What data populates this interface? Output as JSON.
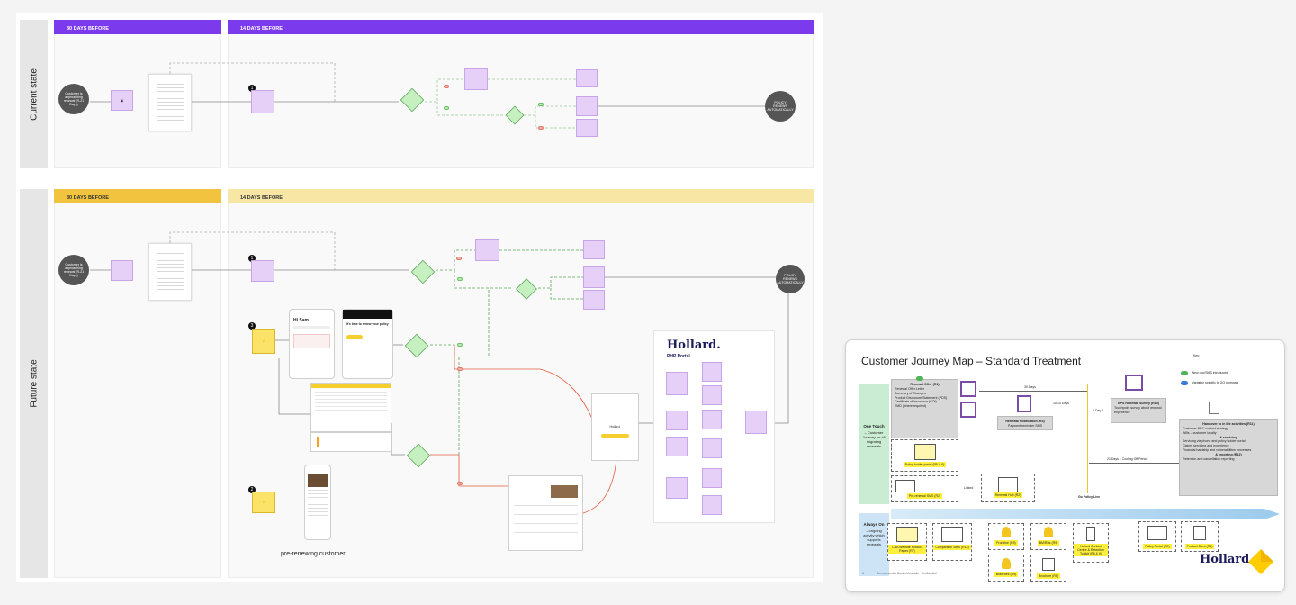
{
  "board": {
    "current_state_label": "Current state",
    "future_state_label": "Future state",
    "current": {
      "col1_bar": "30 DAYS BEFORE",
      "col2_bar": "14 DAYS BEFORE",
      "customer_node": "Customer is approaching renewal (R-21 Days)",
      "policy_node": "POLICY RENEWS AUTOMATICALLY",
      "step_num": "1"
    },
    "future": {
      "col1_bar": "30 DAYS BEFORE",
      "col2_bar": "14 DAYS BEFORE",
      "customer_node": "Customer is approaching renewal (R-21 Days)",
      "policy_node": "POLICY RENEWS AUTOMATICALLY",
      "step_nums": [
        "1",
        "3",
        "2"
      ],
      "portal_brand": "Hollard.",
      "portal_title": "PHP Portal",
      "app_greeting": "Hi Sam",
      "app_headline": "It's time to renew your policy",
      "pre_renewing": "pre-renewing customer"
    }
  },
  "card": {
    "title": "Customer Journey Map – Standard Treatment",
    "key_label": "Key:",
    "key_items": [
      "New doc/SMS introduced",
      "Variation specific to GO renewals"
    ],
    "one_touch": {
      "title": "One Touch",
      "desc": "– Customer Journey for all migrating renewals"
    },
    "always_on": {
      "title": "Always On",
      "desc": "– ongoing activity which supports renewals"
    },
    "renewal_offer": {
      "title": "Renewal Offer (R1)",
      "items": [
        "Renewal Offer Letter",
        "Summary of Changes",
        "Product Disclosure Statement (PDS)",
        "Certificate of Insurance (COI)",
        "TMD (where required)"
      ]
    },
    "days_30": "30 Days",
    "days_10_14": "10-14 Days",
    "renewal_notification": {
      "title": "Renewal Notification (R3)",
      "items": [
        "Payment reminder SMS"
      ]
    },
    "nps": {
      "title": "NPS Renewal Survey (R10)",
      "items": [
        "Touchpoint survey about renewal experience"
      ]
    },
    "policy_holder_portal": "Policy holder portal (R5 & 6)",
    "pre_renewal_sms": "Pre-renewal SMS (R2)",
    "renewal_hub": "Renewal Hub (R2)",
    "linked": "Linked",
    "day1": "> Day 1",
    "go_live": "Go Policy Live",
    "day21": "21 Days – Cooling Off Period",
    "handover": {
      "title": "Handover to in life activities (R11)",
      "items": [
        "Customer NBC contact strategy",
        "Wills – customer loyalty"
      ],
      "servicing_title": "& servicing",
      "servicing_items": [
        "Servicing via phone and policy holder portal",
        "Claims servicing and experience",
        "Financial hardship and vulnerabilities processes"
      ],
      "reporting_title": "& reporting (R12)",
      "reporting_items": [
        "Retention and cancellation reporting"
      ]
    },
    "always_on_items": [
      "CBA Website Product Pages (R7)",
      "Comparison Sites (R13)",
      "Frontline (R9)",
      "BM/RBs (R9)",
      "Hollard Contact Centre & Retention Toolkit (R8 & 9)",
      "Policy Portal (R5)",
      "Product Docs (R6)"
    ],
    "always_on_items2": [
      "Branches (R9)",
      "Brochure (R5)"
    ],
    "footer": "Commonwealth Bank of Australia · Confidential",
    "footer_num": "6",
    "brand": "Hollard."
  }
}
